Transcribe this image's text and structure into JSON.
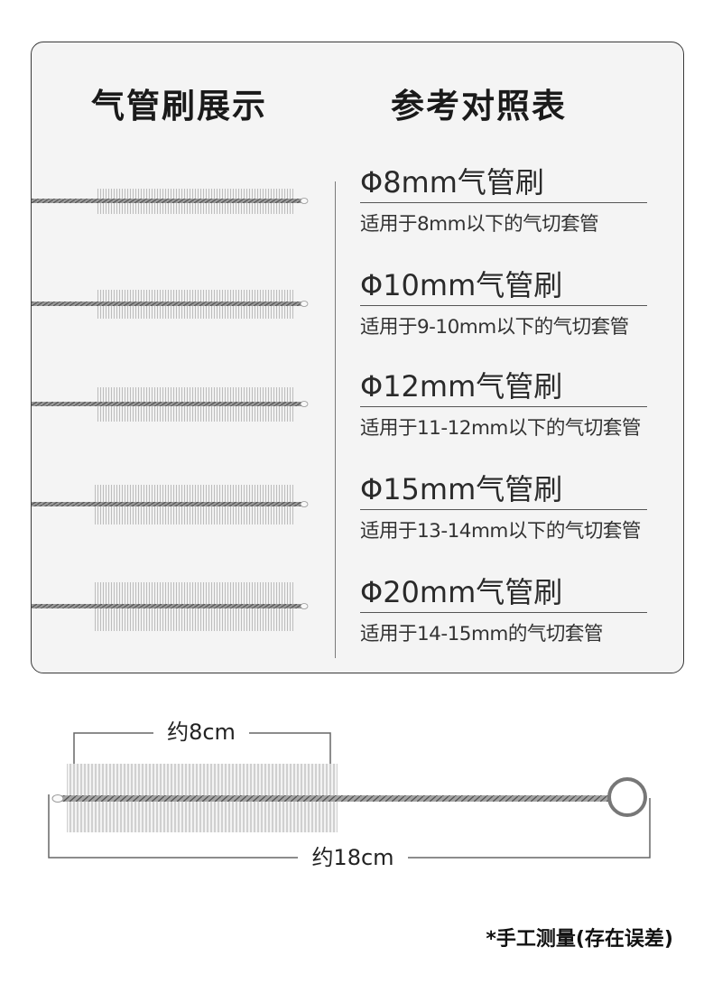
{
  "panel": {
    "title_left": "气管刷展示",
    "title_right": "参考对照表"
  },
  "specs": [
    {
      "name": "Φ8mm气管刷",
      "desc": "适用于8mm以下的气切套管"
    },
    {
      "name": "Φ10mm气管刷",
      "desc": "适用于9-10mm以下的气切套管"
    },
    {
      "name": "Φ12mm气管刷",
      "desc": "适用于11-12mm以下的气切套管"
    },
    {
      "name": "Φ15mm气管刷",
      "desc": "适用于13-14mm以下的气切套管"
    },
    {
      "name": "Φ20mm气管刷",
      "desc": "适用于14-15mm的气切套管"
    }
  ],
  "measure": {
    "bristle_length": "约8cm",
    "total_length": "约18cm"
  },
  "note": "*手工测量(存在误差)",
  "colors": {
    "panel_bg": "#f4f4f4",
    "border": "#3a3a3a",
    "bristle": "#d8d8d8",
    "wire": "#8a8a8a"
  }
}
